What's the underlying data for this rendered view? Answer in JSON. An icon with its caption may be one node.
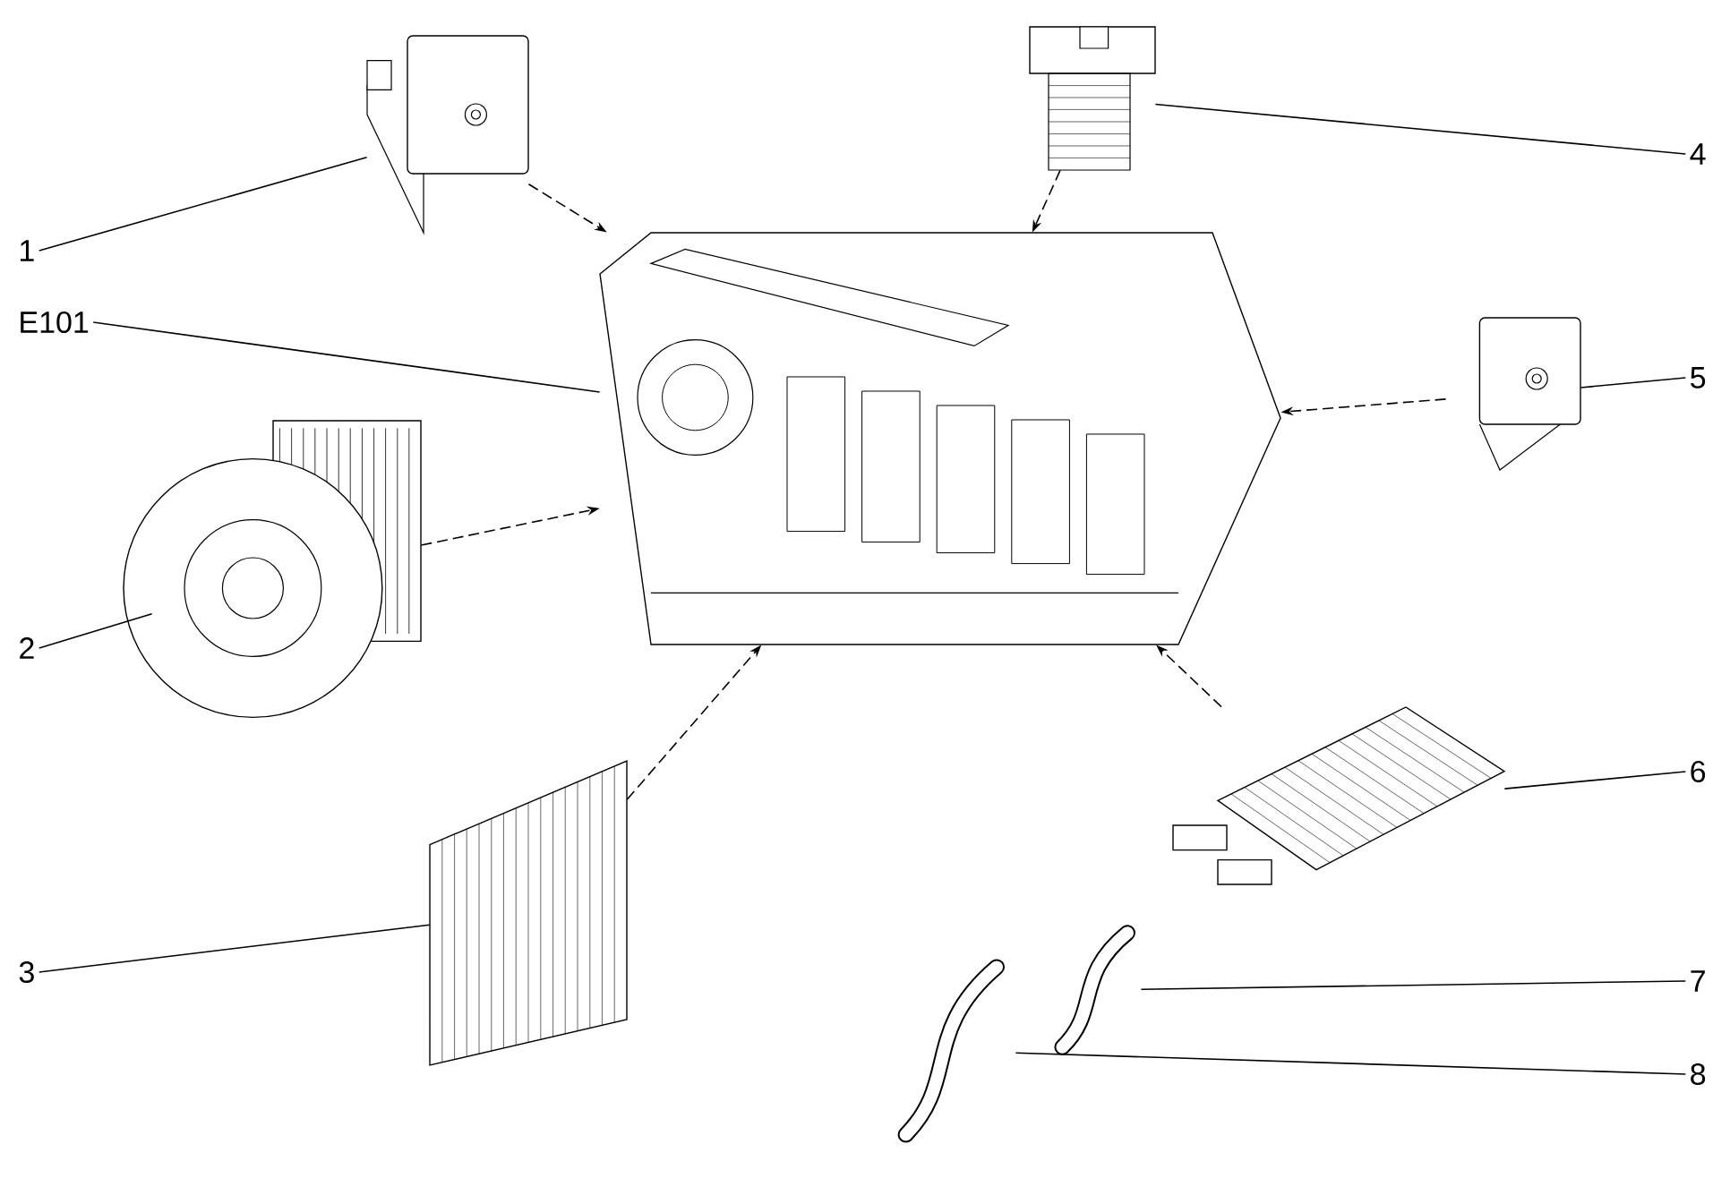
{
  "diagram": {
    "nodes": [
      {
        "text": [
          "1"
        ]
      },
      {
        "text": [
          "E101"
        ]
      },
      {
        "text": [
          "2"
        ]
      },
      {
        "text": [
          "3"
        ]
      },
      {
        "text": [
          "4"
        ]
      },
      {
        "text": [
          "5"
        ]
      },
      {
        "text": [
          "6"
        ]
      },
      {
        "text": [
          "7"
        ]
      },
      {
        "text": [
          "8"
        ]
      },
      {
        "text": [],
        "shape": "picture"
      },
      {
        "text": [],
        "shape": "picture"
      },
      {
        "text": [],
        "shape": "picture"
      },
      {
        "text": [],
        "shape": "picture"
      },
      {
        "text": [],
        "shape": "picture"
      },
      {
        "text": [],
        "shape": "picture"
      },
      {
        "text": [],
        "shape": "picture"
      },
      {
        "text": [],
        "shape": "picture"
      },
      {
        "text": [],
        "shape": "picture"
      }
    ],
    "edges": [
      {
        "from": 0,
        "to": 9,
        "arrow": "none"
      },
      {
        "from": 1,
        "to": 10,
        "arrow": "none"
      },
      {
        "from": 2,
        "to": 11,
        "arrow": "none"
      },
      {
        "from": 3,
        "to": 12,
        "arrow": "none"
      },
      {
        "from": 4,
        "to": 13,
        "arrow": "none"
      },
      {
        "from": 5,
        "to": 14,
        "arrow": "none"
      },
      {
        "from": 6,
        "to": 15,
        "arrow": "none"
      },
      {
        "from": 7,
        "to": 16,
        "arrow": "none"
      },
      {
        "from": 8,
        "to": 17,
        "arrow": "none"
      },
      {
        "from": 9,
        "to": 10,
        "arrow": "to",
        "style": "dashed"
      },
      {
        "from": 11,
        "to": 10,
        "arrow": "to",
        "style": "dashed"
      },
      {
        "from": 12,
        "to": 10,
        "arrow": "to",
        "style": "dashed"
      },
      {
        "from": 13,
        "to": 10,
        "arrow": "to",
        "style": "dashed"
      },
      {
        "from": 14,
        "to": 10,
        "arrow": "to",
        "style": "dashed"
      },
      {
        "from": 15,
        "to": 10,
        "arrow": "to",
        "style": "dashed"
      }
    ]
  }
}
